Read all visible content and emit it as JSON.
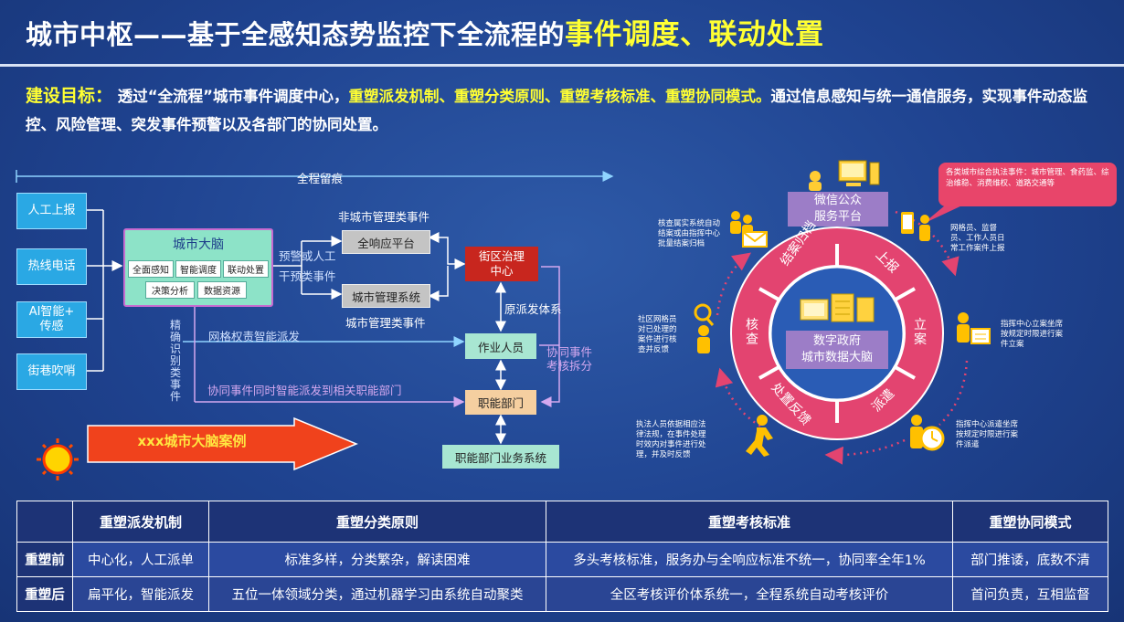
{
  "header": {
    "title_main": "城市中枢——基于全感知态势监控下全流程的",
    "title_highlight": "事件调度、联动处置"
  },
  "goal": {
    "label": "建设目标：",
    "p1": "透过“全流程”城市事件调度中心，",
    "p2": "重塑派发机制、重塑分类原则、重塑考核标准、重塑协同模式。",
    "p3": "通过信息感知与统一通信服务，实现事件动态监控、风险管理、突发事件预警以及各部门的协同处置。"
  },
  "flow": {
    "top_label": "全程留痕",
    "sources": [
      "人工上报",
      "热线电话",
      "AI智能+\n传感",
      "街巷吹哨"
    ],
    "brain": {
      "title": "城市大脑",
      "modules": [
        "全面感知",
        "智能调度",
        "联动处置",
        "决策分析",
        "数据资源"
      ]
    },
    "label_predispatch": "预警或人工\n干预类事件",
    "label_non_city": "非城市管理类事件",
    "box_hotline": "全响应平台",
    "box_citymgmt": "城市管理系统",
    "label_city": "城市管理类事件",
    "box_street": "街区治理\n中心",
    "label_original": "原派发体系",
    "label_grid": "网格权责智能派发",
    "box_worker": "作业人员",
    "label_coop": "协同事件\n考核拆分",
    "label_classify": "精\n确\n识\n别\n类\n事\n件",
    "label_dispatch_dept": "协同事件同时智能派发到相关职能部门",
    "box_dept": "职能部门",
    "box_dept_sys": "职能部门业务系统",
    "case_label": "xxx城市大脑案例"
  },
  "cycle": {
    "top_box": "微信公众\n服务平台",
    "center_box": "数字政府\n城市数据大脑",
    "segments": [
      "上报",
      "立案",
      "派遣",
      "处置反馈",
      "核查",
      "结案归档"
    ],
    "callout": "各类城市综合执法事件：城市管理、食药监、综治维稳、消费维权、道路交通等",
    "notes": {
      "report": "网格员、监督员、工作人员日常工作案件上报",
      "register": "指挥中心立案坐席按规定时限进行案件立案",
      "dispatch": "指挥中心派遣坐席按规定时限进行案件派遣",
      "handle": "执法人员依据相应法律法规，在事件处理时效内对事件进行处理，并及时反馈",
      "verify": "社区网格员对已处理的案件进行核查并反馈",
      "archive": "核查属实系统自动结案或由指挥中心批量结案归档"
    }
  },
  "table": {
    "headers": [
      "",
      "重塑派发机制",
      "重塑分类原则",
      "重塑考核标准",
      "重塑协同模式"
    ],
    "rows": [
      {
        "label": "重塑前",
        "cells": [
          "中心化，人工派单",
          "标准多样，分类繁杂，解读困难",
          "多头考核标准，服务办与全响应标准不统一，协同率全年1%",
          "部门推诿，底数不清"
        ]
      },
      {
        "label": "重塑后",
        "cells": [
          "扁平化，智能派发",
          "五位一体领域分类，通过机器学习由系统自动聚类",
          "全区考核评价体系统一，全程系统自动考核评价",
          "首问负责，互相监督"
        ]
      }
    ]
  },
  "colors": {
    "accent_yellow": "#ffff33",
    "ring_pink": "#e34470",
    "source_blue": "#2aa8e4",
    "brain_green": "#8de3c8",
    "street_red": "#c8261e"
  }
}
